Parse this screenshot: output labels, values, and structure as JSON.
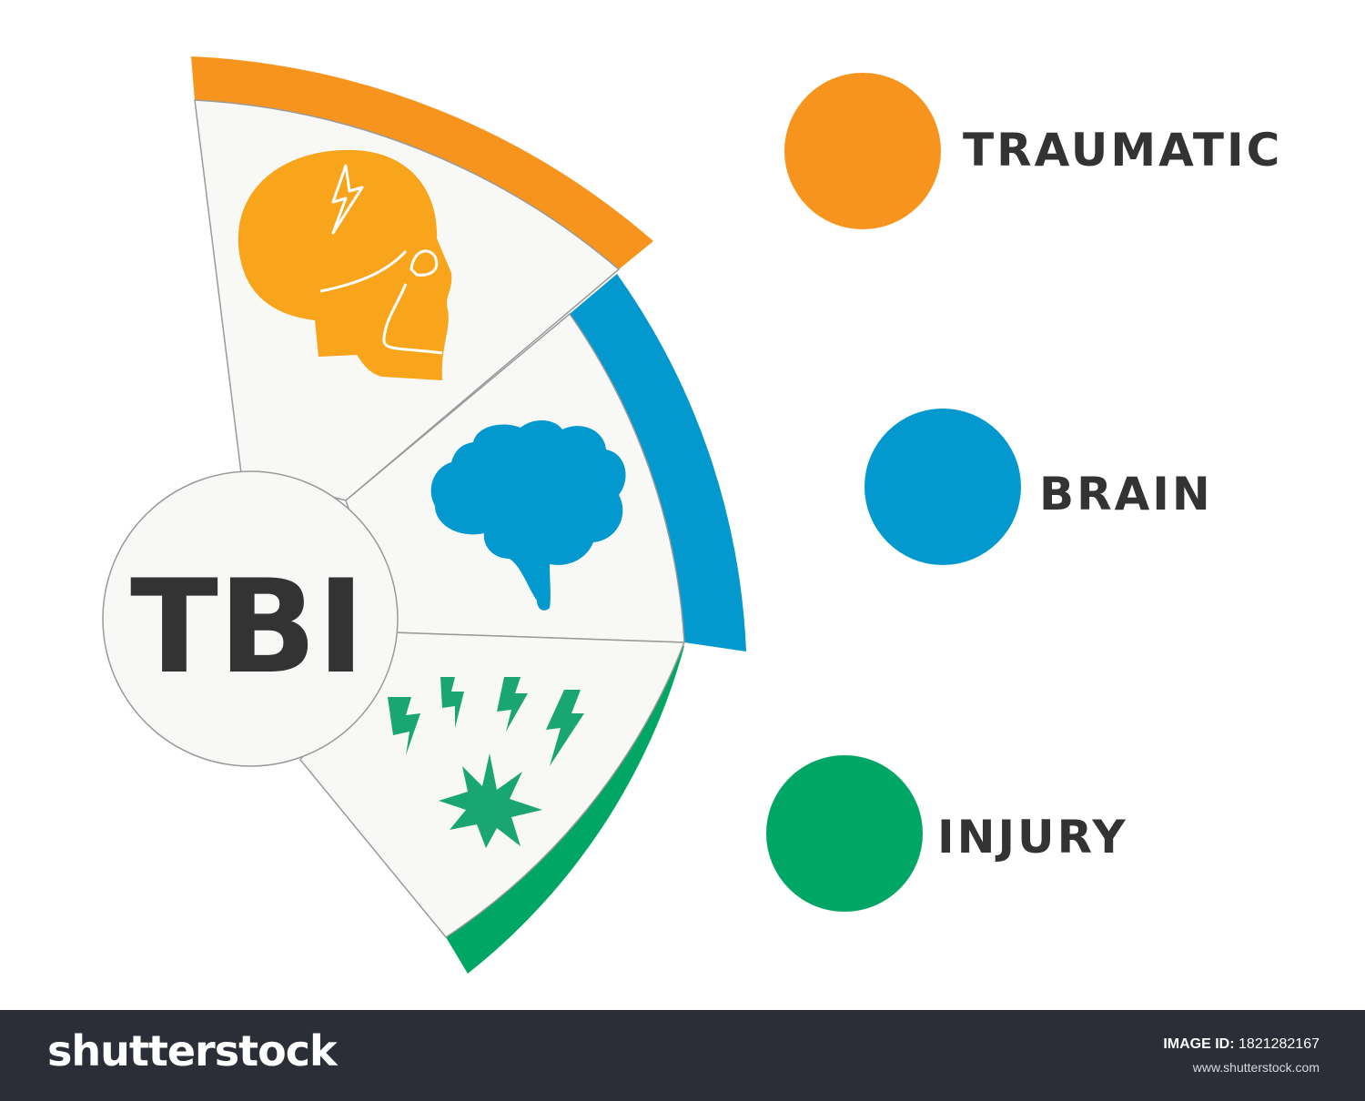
{
  "center": {
    "acronym": "TBI"
  },
  "segments": [
    {
      "label": "TRAUMATIC",
      "color": "#f7941d",
      "icon": "skull-lightning-icon",
      "icon_color": "#f8a51c"
    },
    {
      "label": "BRAIN",
      "color": "#0399cf",
      "icon": "brain-icon",
      "icon_color": "#0399cf"
    },
    {
      "label": "INJURY",
      "color": "#00a664",
      "icon": "impact-lightning-icon",
      "icon_color": "#1aa672"
    }
  ],
  "footer": {
    "brand": "shutterstock",
    "image_id_label": "IMAGE ID:",
    "image_id": "1821282167",
    "site": "www.shutterstock.com"
  }
}
